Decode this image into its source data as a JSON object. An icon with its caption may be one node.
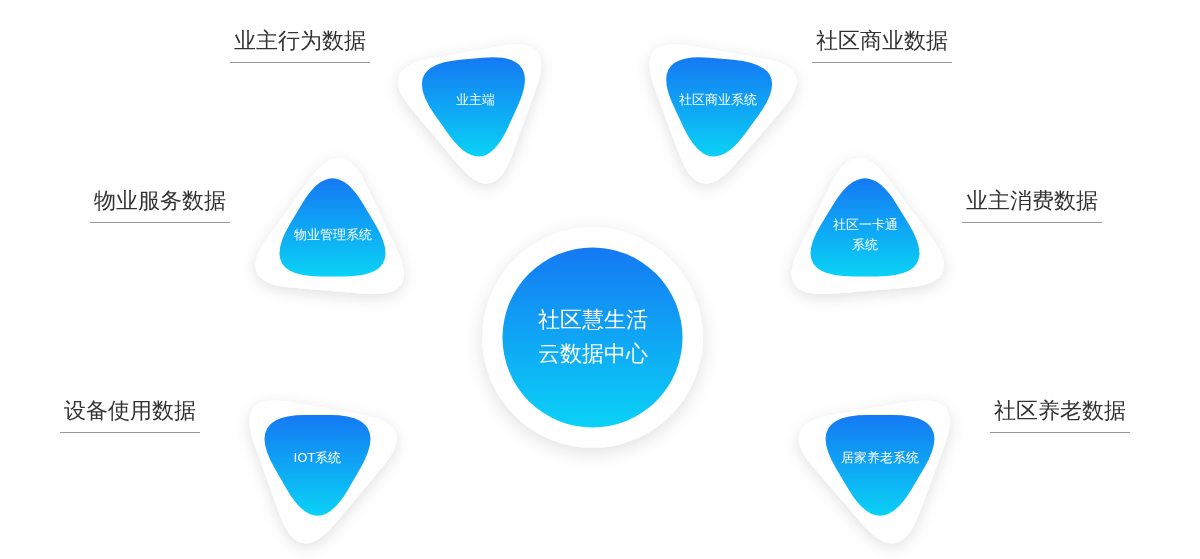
{
  "diagram": {
    "nodes": [
      {
        "text": [
          "业主端"
        ],
        "beside": [
          "业主行为数据"
        ]
      },
      {
        "text": [
          "社区商业系统"
        ],
        "beside": [
          "社区商业数据"
        ]
      },
      {
        "text": [
          "物业管理系统"
        ],
        "beside": [
          "物业服务数据"
        ]
      },
      {
        "text": [
          "社区一卡通系统"
        ],
        "beside": [
          "业主消费数据"
        ]
      },
      {
        "text": [
          "社区慧生活云数据中心"
        ]
      },
      {
        "text": [
          "IOT系统"
        ],
        "beside": [
          "设备使用数据"
        ]
      },
      {
        "text": [
          "居家养老系统"
        ],
        "beside": [
          "社区养老数据"
        ]
      }
    ],
    "edges": []
  }
}
